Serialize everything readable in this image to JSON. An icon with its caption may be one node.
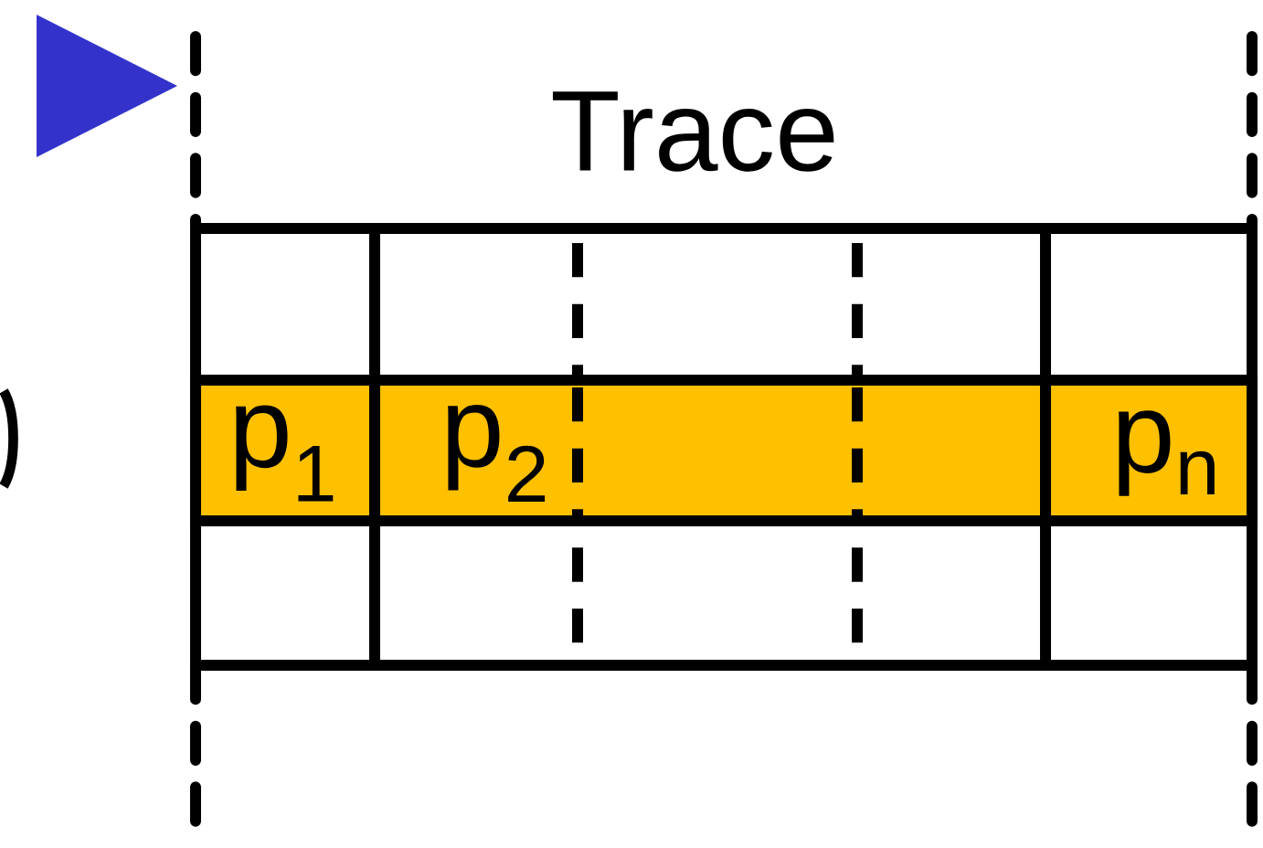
{
  "diagram": {
    "nodes": [
      {
        "text": [
          "Trace"
        ]
      },
      {
        "text": [
          "p$_{1}$"
        ],
        "in": 0
      },
      {
        "text": [
          "p$_{2}$"
        ],
        "in": 0
      },
      {
        "text": [
          "p$_{n}$"
        ],
        "in": 0
      }
    ]
  }
}
